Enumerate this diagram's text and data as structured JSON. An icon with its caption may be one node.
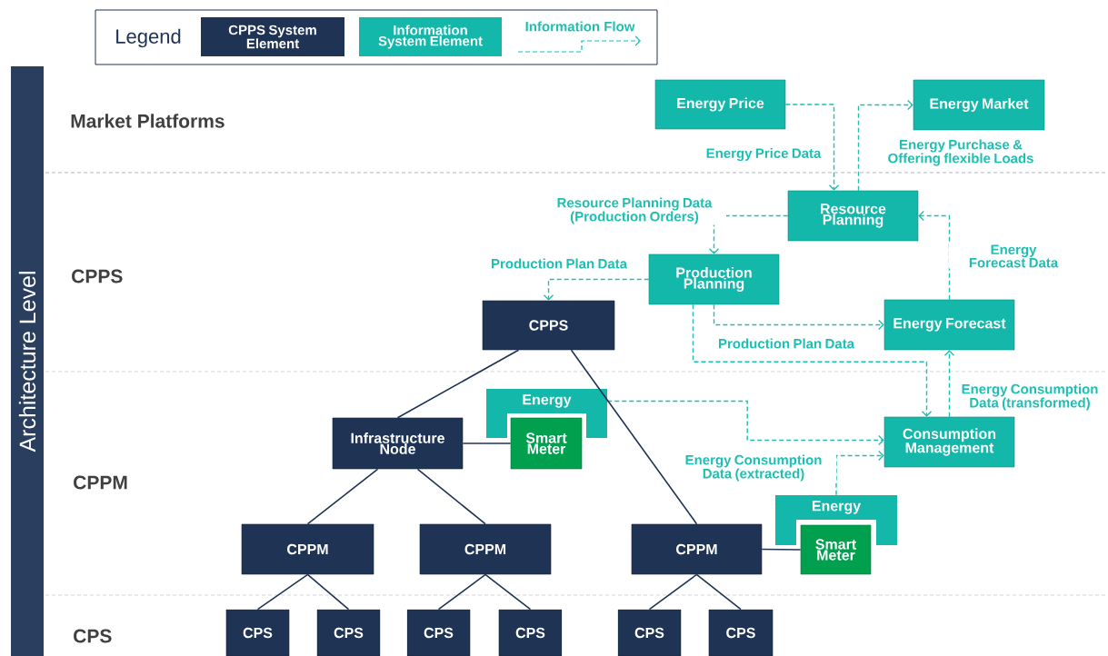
{
  "diagram": {
    "nodes": [
      {
        "text": [
          "Energy Price"
        ]
      },
      {
        "text": [
          "Energy Market"
        ]
      },
      {
        "text": [
          "Resource Planning"
        ]
      },
      {
        "text": [
          "Production Planning"
        ]
      },
      {
        "text": [
          "CPPS"
        ]
      },
      {
        "text": [
          "Energy Forecast"
        ]
      },
      {
        "text": [
          "Energy"
        ]
      },
      {
        "text": [
          "Smart Meter"
        ]
      },
      {
        "text": [
          "Infrastructure Node"
        ]
      },
      {
        "text": [
          "Consumption Management"
        ]
      },
      {
        "text": [
          "Energy"
        ]
      },
      {
        "text": [
          "Smart Meter"
        ]
      },
      {
        "text": [
          "CPPM"
        ]
      },
      {
        "text": [
          "CPPM"
        ]
      },
      {
        "text": [
          "CPPM"
        ]
      },
      {
        "text": [
          "CPS"
        ]
      },
      {
        "text": [
          "CPS"
        ]
      },
      {
        "text": [
          "CPS"
        ]
      },
      {
        "text": [
          "CPS"
        ]
      },
      {
        "text": [
          "CPS"
        ]
      },
      {
        "text": [
          "CPS"
        ]
      }
    ],
    "edges": [
      {
        "from": 0,
        "to": 2,
        "arrow": "to",
        "label": "Energy Price Data",
        "style": "dashed",
        "color": "#1dbfb2"
      },
      {
        "from": 2,
        "to": 1,
        "arrow": "to",
        "label": "Energy Purchase & Offering flexible Loads",
        "style": "dashed",
        "color": "#1dbfb2"
      },
      {
        "from": 2,
        "to": 3,
        "arrow": "to",
        "label": "Resource Planning Data (Production Orders)",
        "style": "dashed",
        "color": "#1dbfb2"
      },
      {
        "from": 3,
        "to": 4,
        "arrow": "to",
        "label": "Production Plan Data",
        "style": "dashed",
        "color": "#1dbfb2"
      },
      {
        "from": 3,
        "to": 5,
        "arrow": "to",
        "label": "Production Plan Data",
        "style": "dashed",
        "color": "#1dbfb2"
      },
      {
        "from": 3,
        "to": 9,
        "arrow": "to",
        "style": "dashed",
        "color": "#1dbfb2"
      },
      {
        "from": 9,
        "to": 5,
        "arrow": "to",
        "label": "Energy Consumption Data (transformed)",
        "style": "dashed",
        "color": "#1dbfb2"
      },
      {
        "from": 5,
        "to": 2,
        "arrow": "to",
        "label": "Energy Forecast Data",
        "style": "dashed",
        "color": "#1dbfb2"
      },
      {
        "from": 6,
        "to": 9,
        "arrow": "to",
        "style": "dashed",
        "color": "#1dbfb2"
      },
      {
        "from": 10,
        "to": 9,
        "arrow": "to",
        "label": "Energy Consumption Data (extracted)",
        "style": "dashed",
        "color": "#1dbfb2"
      },
      {
        "from": 4,
        "to": 8,
        "arrow": "none"
      },
      {
        "from": 4,
        "to": 14,
        "arrow": "none"
      },
      {
        "from": 8,
        "to": 7,
        "arrow": "none"
      },
      {
        "from": 8,
        "to": 12,
        "arrow": "none"
      },
      {
        "from": 8,
        "to": 13,
        "arrow": "none"
      },
      {
        "from": 14,
        "to": 11,
        "arrow": "none"
      },
      {
        "from": 12,
        "to": 15,
        "arrow": "none"
      },
      {
        "from": 12,
        "to": 16,
        "arrow": "none"
      },
      {
        "from": 13,
        "to": 17,
        "arrow": "none"
      },
      {
        "from": 13,
        "to": 18,
        "arrow": "none"
      },
      {
        "from": 14,
        "to": 19,
        "arrow": "none"
      },
      {
        "from": 14,
        "to": 20,
        "arrow": "none"
      }
    ],
    "labels": [
      "Legend",
      "Architecture Level",
      "Market Platforms",
      "CPPS",
      "CPPM",
      "CPS"
    ],
    "legend": [
      {
        "text": "CPPS System Element",
        "color": "#1f3354"
      },
      {
        "text": "Information System Element",
        "color": "#13b8ab"
      },
      {
        "text": "Information Flow"
      }
    ]
  }
}
